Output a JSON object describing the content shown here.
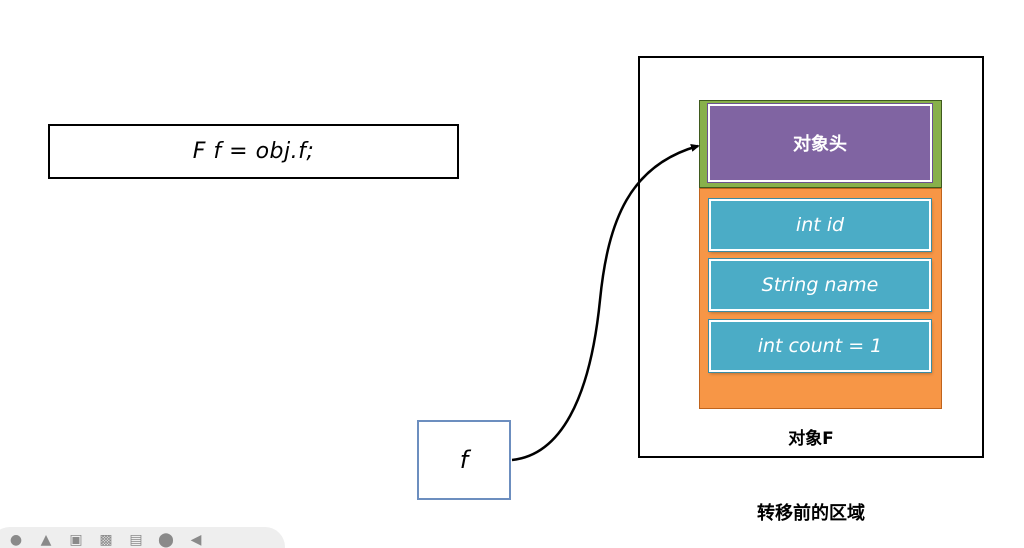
{
  "code_box": {
    "text": "F f  = obj.f;"
  },
  "reference_box": {
    "text": "f"
  },
  "object": {
    "header_label": "对象头",
    "fields": [
      {
        "label": "int id"
      },
      {
        "label": "String name"
      },
      {
        "label": "int count = 1"
      }
    ],
    "name_label": "对象F"
  },
  "region_caption": "转移前的区域",
  "colors": {
    "header_fill": "#8064a2",
    "header_border": "#88b04b",
    "body_fill": "#f79646",
    "field_fill": "#4bacc6",
    "ref_box_border": "#6c8ebf"
  },
  "toolbar": {
    "icons": [
      "nav-icon",
      "zoom-icon",
      "frame-icon",
      "image-icon",
      "page-icon",
      "circle-icon",
      "back-icon"
    ]
  }
}
